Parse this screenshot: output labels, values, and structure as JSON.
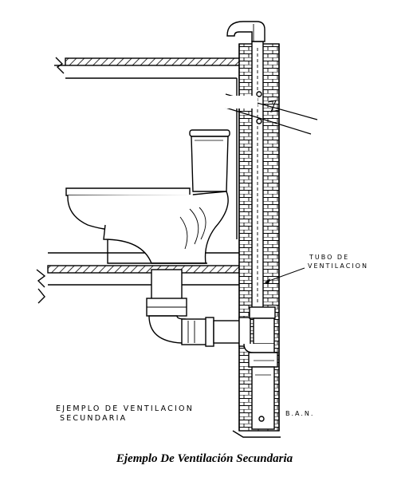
{
  "diagram": {
    "label_vent_pipe_line1": "TUBO DE",
    "label_vent_pipe_line2": "VENTILACION",
    "label_ban": "B.A.N.",
    "label_example_line1": "EJEMPLO DE VENTILACION",
    "label_example_line2": "SECUNDARIA",
    "caption": "Ejemplo De Ventilación Secundaria"
  },
  "colors": {
    "ink": "#000000",
    "paper": "#ffffff"
  }
}
